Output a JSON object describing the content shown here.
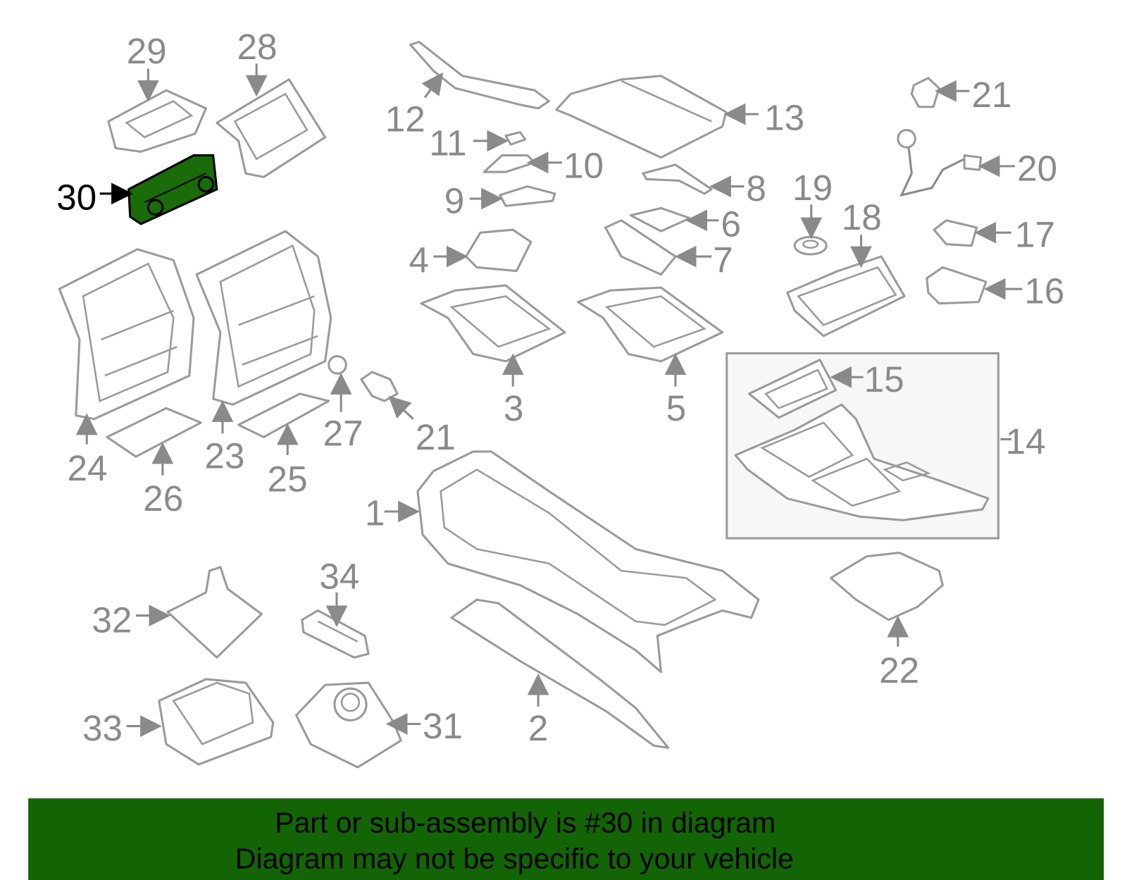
{
  "callouts": {
    "c1": "1",
    "c2": "2",
    "c3": "3",
    "c4": "4",
    "c5": "5",
    "c6": "6",
    "c7": "7",
    "c8": "8",
    "c9": "9",
    "c10": "10",
    "c11": "11",
    "c12": "12",
    "c13": "13",
    "c14": "14",
    "c15": "15",
    "c16": "16",
    "c17": "17",
    "c18": "18",
    "c19": "19",
    "c20": "20",
    "c21a": "21",
    "c21b": "21",
    "c22": "22",
    "c23": "23",
    "c24": "24",
    "c25": "25",
    "c26": "26",
    "c27": "27",
    "c28": "28",
    "c29": "29",
    "c30": "30",
    "c31": "31",
    "c32": "32",
    "c33": "33",
    "c34": "34"
  },
  "highlight": {
    "part": "30",
    "color": "#1a6b0a"
  },
  "banner": {
    "line1": "Part or sub-assembly is #30 in diagram",
    "line2": "Diagram may not be specific to your vehicle",
    "color": "#136405"
  }
}
